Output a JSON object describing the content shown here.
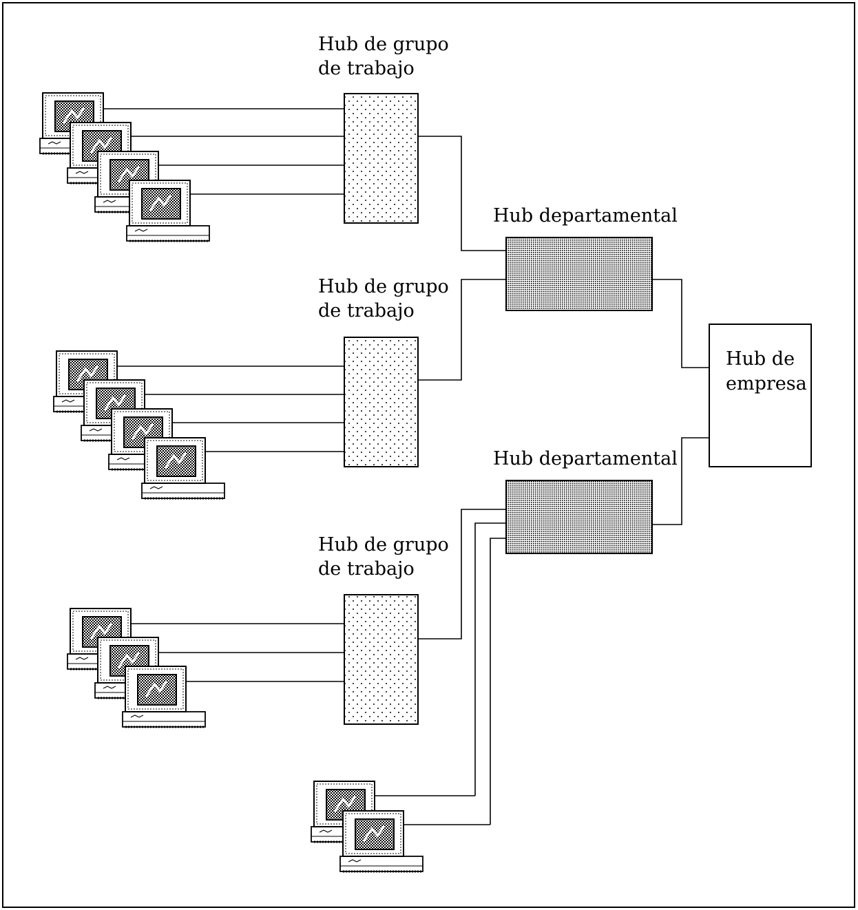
{
  "labels": {
    "wg1_l1": "Hub de grupo",
    "wg1_l2": "de trabajo",
    "wg2_l1": "Hub de grupo",
    "wg2_l2": "de trabajo",
    "wg3_l1": "Hub de grupo",
    "wg3_l2": "de trabajo",
    "dept1": "Hub departamental",
    "dept2": "Hub departamental",
    "ent_l1": "Hub de",
    "ent_l2": "empresa"
  },
  "colors": {
    "line": "#000000",
    "workgroup_fill": "#ffffff",
    "department_fill": "#b8b8b8",
    "enterprise_fill": "#ffffff"
  },
  "icons": {
    "computer": "desktop-computer-icon"
  }
}
